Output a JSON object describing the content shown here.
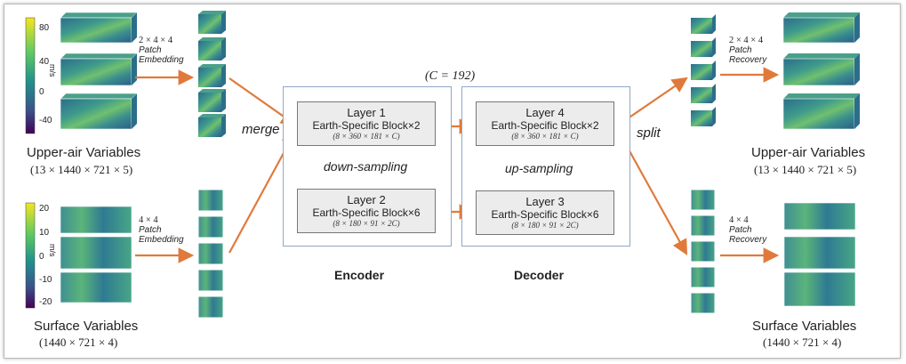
{
  "encoder_title": "Encoder",
  "decoder_title": "Decoder",
  "channel_note": "(C = 192)",
  "merge_label": "merge",
  "split_label": "split",
  "down_sampling_label": "down-sampling",
  "up_sampling_label": "up-sampling",
  "layers": {
    "l1": {
      "name": "Layer 1",
      "block": "Earth-Specific Block×2",
      "shape": "(8 × 360 × 181 × C)"
    },
    "l2": {
      "name": "Layer 2",
      "block": "Earth-Specific Block×6",
      "shape": "(8 × 180 × 91 × 2C)"
    },
    "l3": {
      "name": "Layer 3",
      "block": "Earth-Specific Block×6",
      "shape": "(8 × 180 × 91 × 2C)"
    },
    "l4": {
      "name": "Layer 4",
      "block": "Earth-Specific Block×2",
      "shape": "(8 × 360 × 181 × C)"
    }
  },
  "left": {
    "upper_name": "Upper-air Variables",
    "upper_dims": "(13 × 1440 × 721 × 5)",
    "surface_name": "Surface Variables",
    "surface_dims": "(1440 × 721 × 4)",
    "upper_patch_size": "2 × 4 × 4",
    "upper_patch_word1": "Patch",
    "upper_patch_word2": "Embedding",
    "surface_patch_size": "4 × 4",
    "surface_patch_word1": "Patch",
    "surface_patch_word2": "Embedding",
    "upper_colorbar": {
      "ticks": [
        "80",
        "40",
        "0",
        "-40"
      ],
      "unit": "m/s"
    },
    "surface_colorbar": {
      "ticks": [
        "20",
        "10",
        "0",
        "-10",
        "-20"
      ],
      "unit": "m/s"
    }
  },
  "right": {
    "upper_name": "Upper-air Variables",
    "upper_dims": "(13 × 1440 × 721 × 5)",
    "surface_name": "Surface Variables",
    "surface_dims": "(1440 × 721 × 4)",
    "upper_patch_size": "2 × 4 × 4",
    "upper_patch_word1": "Patch",
    "upper_patch_word2": "Recovery",
    "surface_patch_size": "4 × 4",
    "surface_patch_word1": "Patch",
    "surface_patch_word2": "Recovery"
  },
  "colors": {
    "arrow": "#e07a3c",
    "panel_border": "#8fa8c4",
    "layer_fill": "#ececec",
    "field_dark": "#2a6f8e",
    "field_mid": "#3f9b8a",
    "field_light": "#79c66a"
  }
}
